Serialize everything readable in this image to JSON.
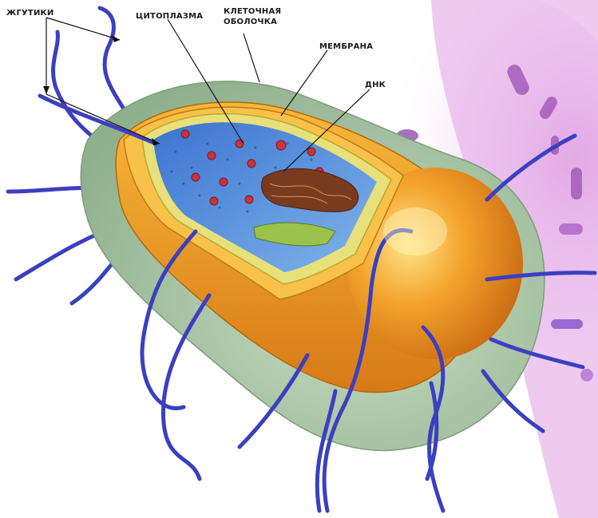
{
  "labels": {
    "flagella": "ЖГУТИКИ",
    "cytoplasm": "ЦИТОПЛАЗМА",
    "cell_wall_line1": "КЛЕТОЧНАЯ",
    "cell_wall_line2": "ОБОЛОЧКА",
    "membrane": "МЕМБРАНА",
    "dna": "ДНК"
  },
  "colors": {
    "flagellum": "#3b3fc0",
    "capsule": "#a9c7a6",
    "cell_wall": "#f0a22a",
    "membrane": "#e8e07a",
    "cytoplasm": "#4f86d8",
    "ribosome": "#c8343c",
    "dna": "#7a3a1e",
    "background_tint": "#e8b8ea"
  }
}
